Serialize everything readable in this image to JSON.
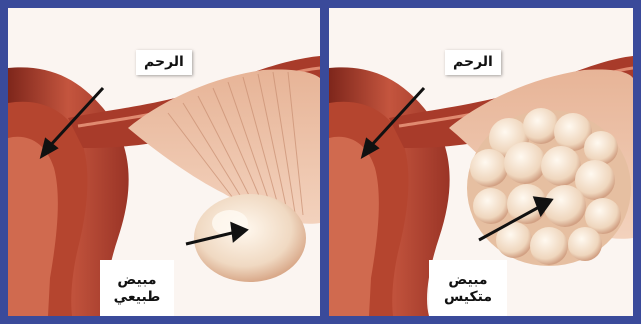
{
  "panels": [
    {
      "uterus_label": "الرحم",
      "ovary_label_line1": "مبيض",
      "ovary_label_line2": "طبيعي"
    },
    {
      "uterus_label": "الرحم",
      "ovary_label_line1": "مبيض",
      "ovary_label_line2": "متكيس"
    }
  ],
  "colors": {
    "frame": "#3a4a9a",
    "tissue_dark": "#8e2f22",
    "tissue_mid": "#c4553e",
    "tissue_light": "#e8b49a",
    "ovary": "#f3e2cf"
  }
}
